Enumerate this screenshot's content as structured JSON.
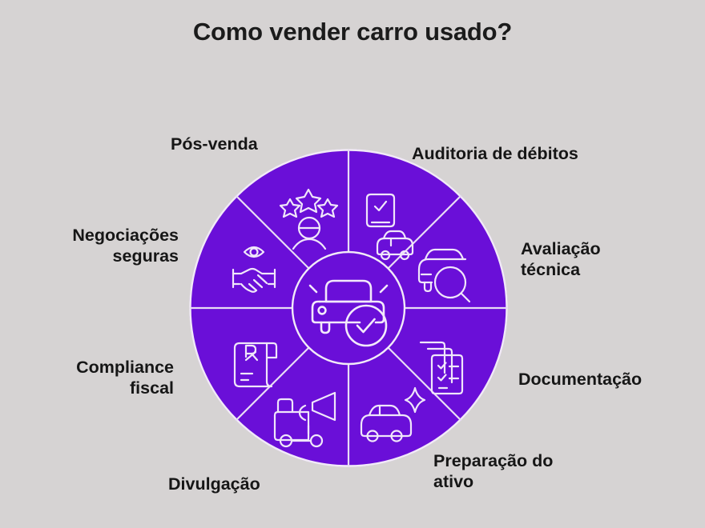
{
  "title": "Como vender carro usado?",
  "colors": {
    "background": "#d6d3d3",
    "wheel_purple": "#6a0fd8",
    "line_white": "#f2eaf8",
    "text_black": "#161616"
  },
  "wheel": {
    "center_icon_name": "car-check-icon",
    "segments": [
      {
        "id": "auditoria",
        "label": "Auditoria de débitos",
        "icon": "document-check-car-icon",
        "position": "top-right"
      },
      {
        "id": "avaliacao",
        "label": "Avaliação\ntécnica",
        "icon": "car-magnifier-icon",
        "position": "right-upper"
      },
      {
        "id": "documentacao",
        "label": "Documentação",
        "icon": "stacked-checklist-icon",
        "position": "right-lower"
      },
      {
        "id": "preparacao",
        "label": "Preparação do\nativo",
        "icon": "car-sparkle-icon",
        "position": "bottom-right"
      },
      {
        "id": "divulgacao",
        "label": "Divulgação",
        "icon": "truck-megaphone-icon",
        "position": "bottom-left"
      },
      {
        "id": "compliance",
        "label": "Compliance\nfiscal",
        "icon": "receipt-rx-icon",
        "position": "left-lower"
      },
      {
        "id": "negociacoes",
        "label": "Negociações\nseguras",
        "icon": "handshake-eye-icon",
        "position": "left-upper"
      },
      {
        "id": "pos_venda",
        "label": "Pós-venda",
        "icon": "person-stars-icon",
        "position": "top-left"
      }
    ]
  }
}
